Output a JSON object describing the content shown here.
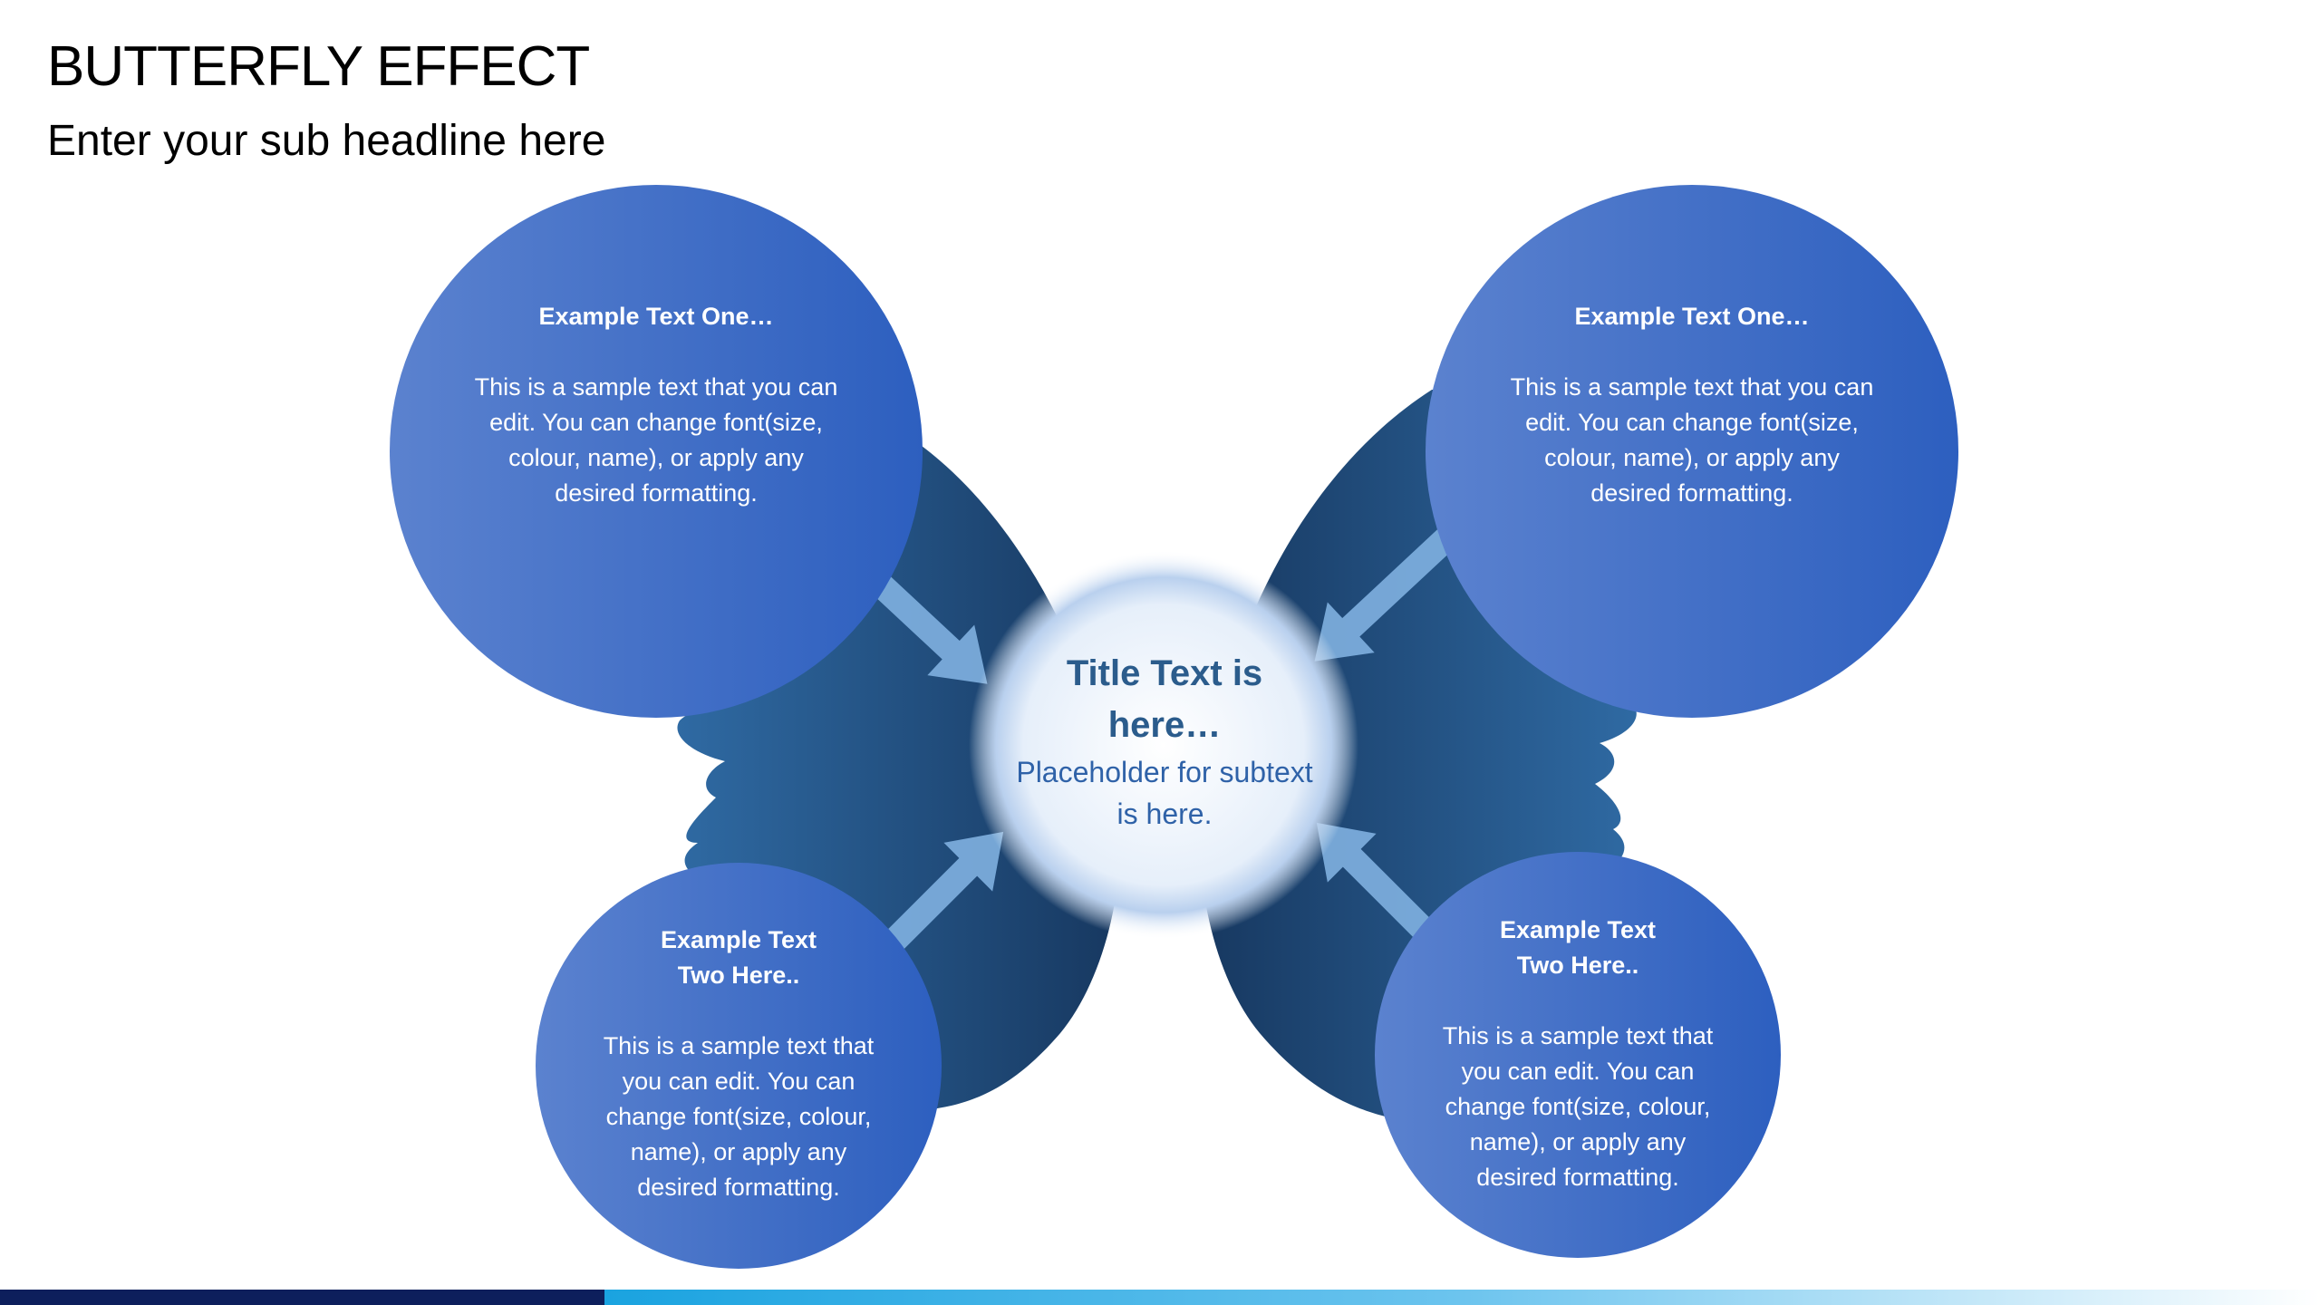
{
  "slide": {
    "title": "BUTTERFLY EFFECT",
    "subtitle": "Enter your sub headline here"
  },
  "center": {
    "title": "Title Text is here…",
    "subtext": "Placeholder for subtext is here."
  },
  "nodes": {
    "top_left": {
      "heading": "Example Text One…",
      "body": "This is a sample text that you can edit. You can change font(size, colour, name), or apply any desired formatting."
    },
    "top_right": {
      "heading": "Example Text One…",
      "body": "This is a sample text that you can edit. You can change font(size, colour, name), or apply any desired formatting."
    },
    "bottom_left": {
      "heading": "Example Text Two Here..",
      "body": "This is a sample text that you can edit. You can change font(size, colour, name), or apply any desired formatting."
    },
    "bottom_right": {
      "heading": "Example Text Two Here..",
      "body": "This is a sample text that you can edit. You can change font(size, colour, name), or apply any desired formatting."
    }
  },
  "colors": {
    "wing_dark": "#1a3f6b",
    "wing_light": "#2f6aa3",
    "bubble_light": "#5b82cf",
    "bubble_dark": "#2d5fbf",
    "arrow": "#7fb0e0",
    "center_glow": "#ffffff",
    "footer_dark": "#0d1f5c",
    "footer_light": "#1aa3e0"
  }
}
